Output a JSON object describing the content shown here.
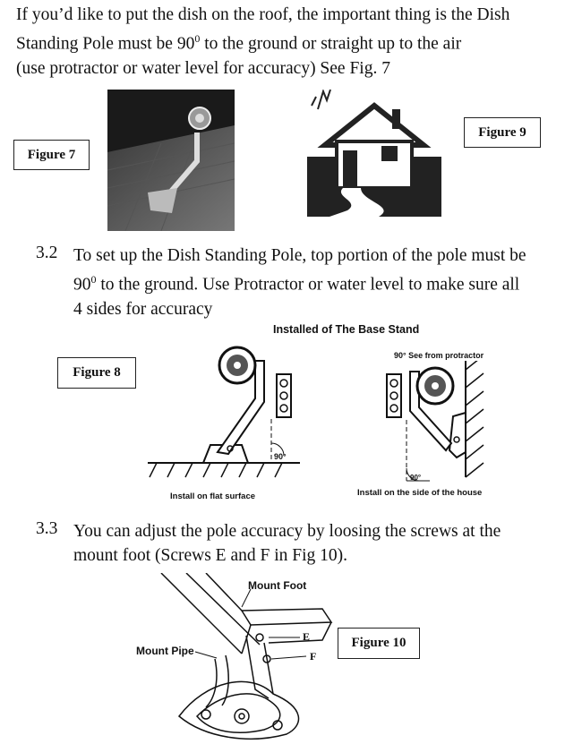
{
  "intro": {
    "line1": "If you’d like to put the dish on the roof, the important thing is the Dish",
    "line2": "Standing Pole must be 90",
    "line2_sup": "0",
    "line2_rest": " to the ground or straight up to the air",
    "line3": "(use protractor or water level for accuracy) See Fig. 7"
  },
  "figure7": {
    "label": "Figure 7"
  },
  "figure9": {
    "label": "Figure 9"
  },
  "step32": {
    "number": "3.2",
    "line1": "To set up the Dish Standing Pole, top portion of the pole must be",
    "line2a": "90",
    "line2_sup": "0",
    "line2b": " to the ground. Use Protractor or water level to make sure all",
    "line3": "4 sides for accuracy"
  },
  "figure8": {
    "label": "Figure 8",
    "title": "Installed of The Base Stand",
    "left_caption": "Install on flat surface",
    "right_caption": "Install on the side of the house",
    "protractor_note": "90° See from protractor",
    "angle_left": "90°",
    "angle_right": "90°"
  },
  "step33": {
    "number": "3.3",
    "line1": "You can adjust the pole accuracy by loosing the screws at the",
    "line2": "mount foot (Screws E and F in Fig 10)."
  },
  "figure10": {
    "label": "Figure 10",
    "mount_foot": "Mount Foot",
    "mount_pipe": "Mount Pipe",
    "screw_e": "E",
    "screw_f": "F"
  }
}
